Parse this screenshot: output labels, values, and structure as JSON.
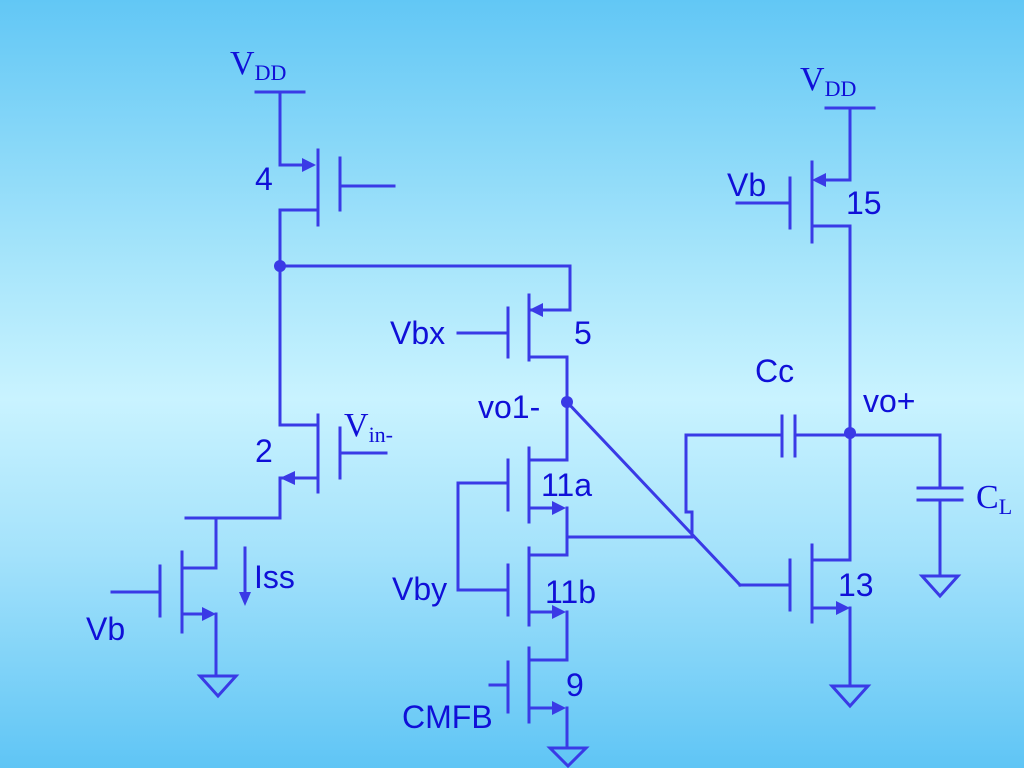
{
  "labels": {
    "vdd_left": {
      "main": "V",
      "sub": "DD"
    },
    "vdd_right": {
      "main": "V",
      "sub": "DD"
    },
    "vin": {
      "main": "V",
      "sub": "in-"
    },
    "cl": {
      "main": "C",
      "sub": "L"
    },
    "m4": "4",
    "m2": "2",
    "m5": "5",
    "m11a": "11a",
    "m11b": "11b",
    "m9": "9",
    "m13": "13",
    "m15": "15",
    "vb_left": "Vb",
    "vb_right": "Vb",
    "iss": "Iss",
    "vbx": "Vbx",
    "vby": "Vby",
    "cmfb": "CMFB",
    "vo1": "vo1-",
    "vo_plus": "vo+",
    "cc": "Cc"
  },
  "colors": {
    "wire": "#3a3ae6",
    "text": "#1010d8"
  }
}
